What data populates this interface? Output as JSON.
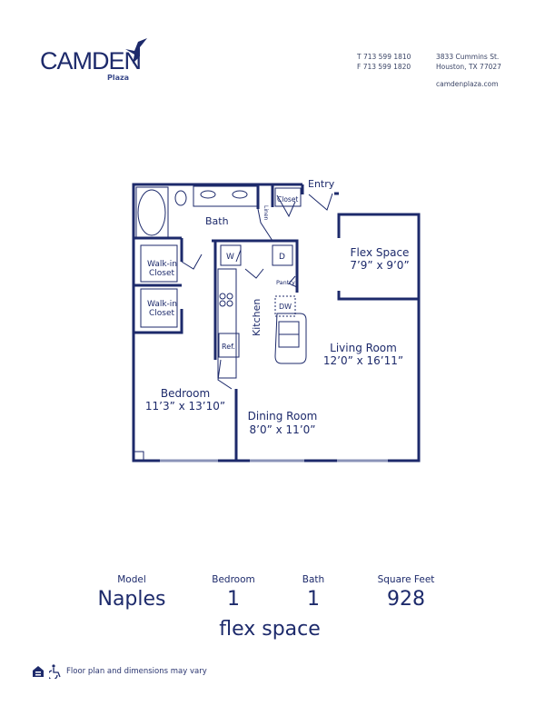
{
  "brand": {
    "name": "CAMDEN",
    "community": "Plaza",
    "color": "#1d2a6b"
  },
  "contact": {
    "phone": "T  713 599 1810",
    "fax": "F  713 599 1820",
    "address_line1": "3833 Cummins St.",
    "address_line2": "Houston, TX  77027",
    "website": "camdenplaza.com"
  },
  "rooms": {
    "entry": "Entry",
    "bath": "Bath",
    "linen": "Linen",
    "closet": "Closet",
    "walkin1": [
      "Walk-in",
      "Closet"
    ],
    "walkin2": [
      "Walk-in",
      "Closet"
    ],
    "washer": "W",
    "dryer": "D",
    "pantry": "Pantry",
    "dishwasher": "DW",
    "kitchen": "Kitchen",
    "fridge": "Ref.",
    "flex": {
      "name": "Flex Space",
      "dims": "7’9” x 9’0”"
    },
    "living": {
      "name": "Living Room",
      "dims": "12’0” x 16’11”"
    },
    "bedroom": {
      "name": "Bedroom",
      "dims": "11’3” x 13’10”"
    },
    "dining": {
      "name": "Dining Room",
      "dims": "8’0” x 11’0”"
    }
  },
  "specs": {
    "model_label": "Model",
    "model": "Naples",
    "bedroom_label": "Bedroom",
    "bedroom": "1",
    "bath_label": "Bath",
    "bath": "1",
    "sqft_label": "Square Feet",
    "sqft": "928",
    "feature": "flex space"
  },
  "footer": {
    "icons": [
      "equal-housing-icon",
      "wheelchair-icon"
    ],
    "disclaimer": "Floor plan and dimensions may vary"
  }
}
